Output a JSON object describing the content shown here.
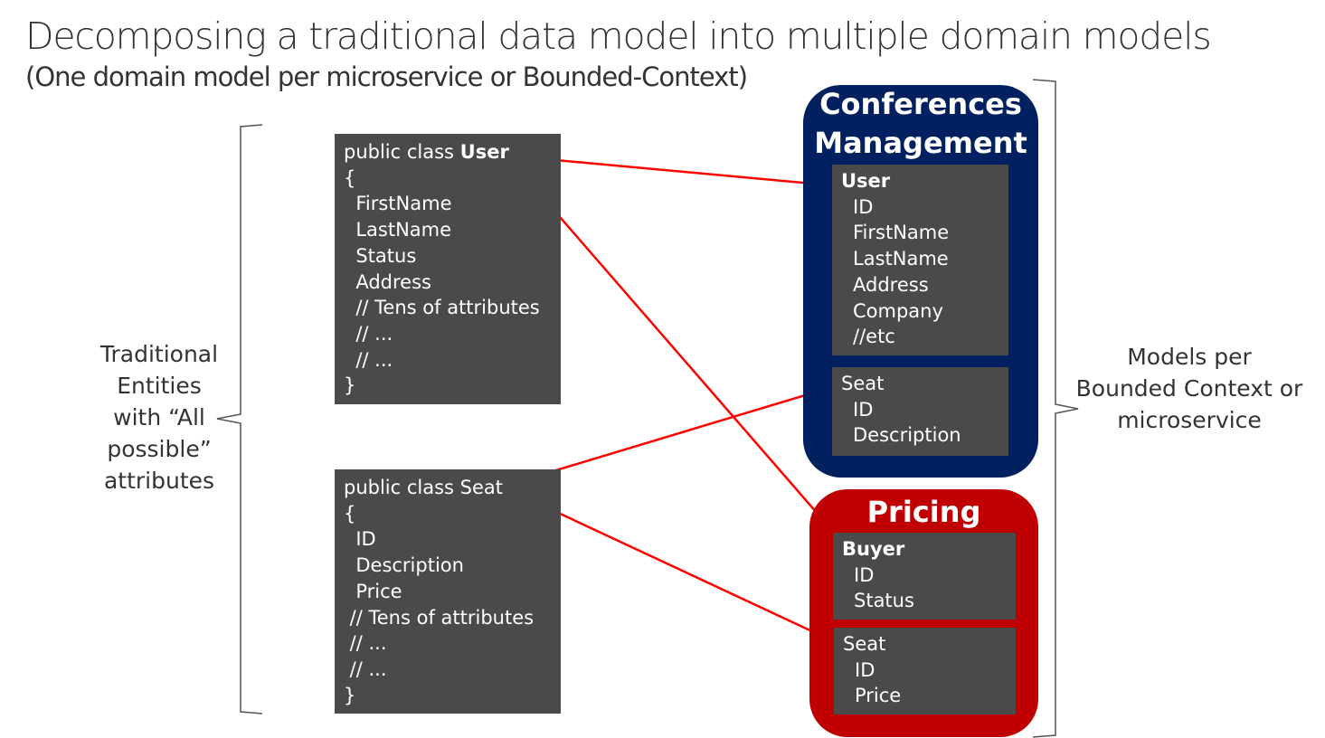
{
  "title": "Decomposing a traditional data model into multiple domain models",
  "subtitle": "(One domain model per microservice or Bounded-Context)",
  "left_label": [
    "Traditional",
    "Entities",
    "with “All",
    "possible”",
    "attributes"
  ],
  "right_label": [
    "Models per",
    "Bounded Context or",
    "microservice"
  ],
  "user_class": {
    "prefix": "public class ",
    "name": "User",
    "lines": [
      "{",
      "  FirstName",
      "  LastName",
      "  Status",
      "  Address",
      "  // Tens of attributes",
      "  // ...",
      "  // ...",
      "}"
    ]
  },
  "seat_class": {
    "prefix": "public class ",
    "name": "Seat",
    "lines": [
      "{",
      "  ID",
      "  Description",
      "  Price",
      " // Tens of attributes",
      " // ...",
      " // ...",
      "}"
    ]
  },
  "conferences": {
    "title": [
      "Conferences",
      "Management"
    ],
    "color": "#002060",
    "user": {
      "name": "User",
      "fields": [
        "ID",
        "FirstName",
        "LastName",
        "Address",
        "Company",
        "//etc"
      ]
    },
    "seat": {
      "name": "Seat",
      "fields": [
        "ID",
        "Description"
      ]
    }
  },
  "pricing": {
    "title": "Pricing",
    "color": "#C00000",
    "buyer": {
      "name": "Buyer",
      "fields": [
        "ID",
        "Status"
      ]
    },
    "seat": {
      "name": "Seat",
      "fields": [
        "ID",
        "Price"
      ]
    }
  },
  "arrow_color": "#FF0000"
}
